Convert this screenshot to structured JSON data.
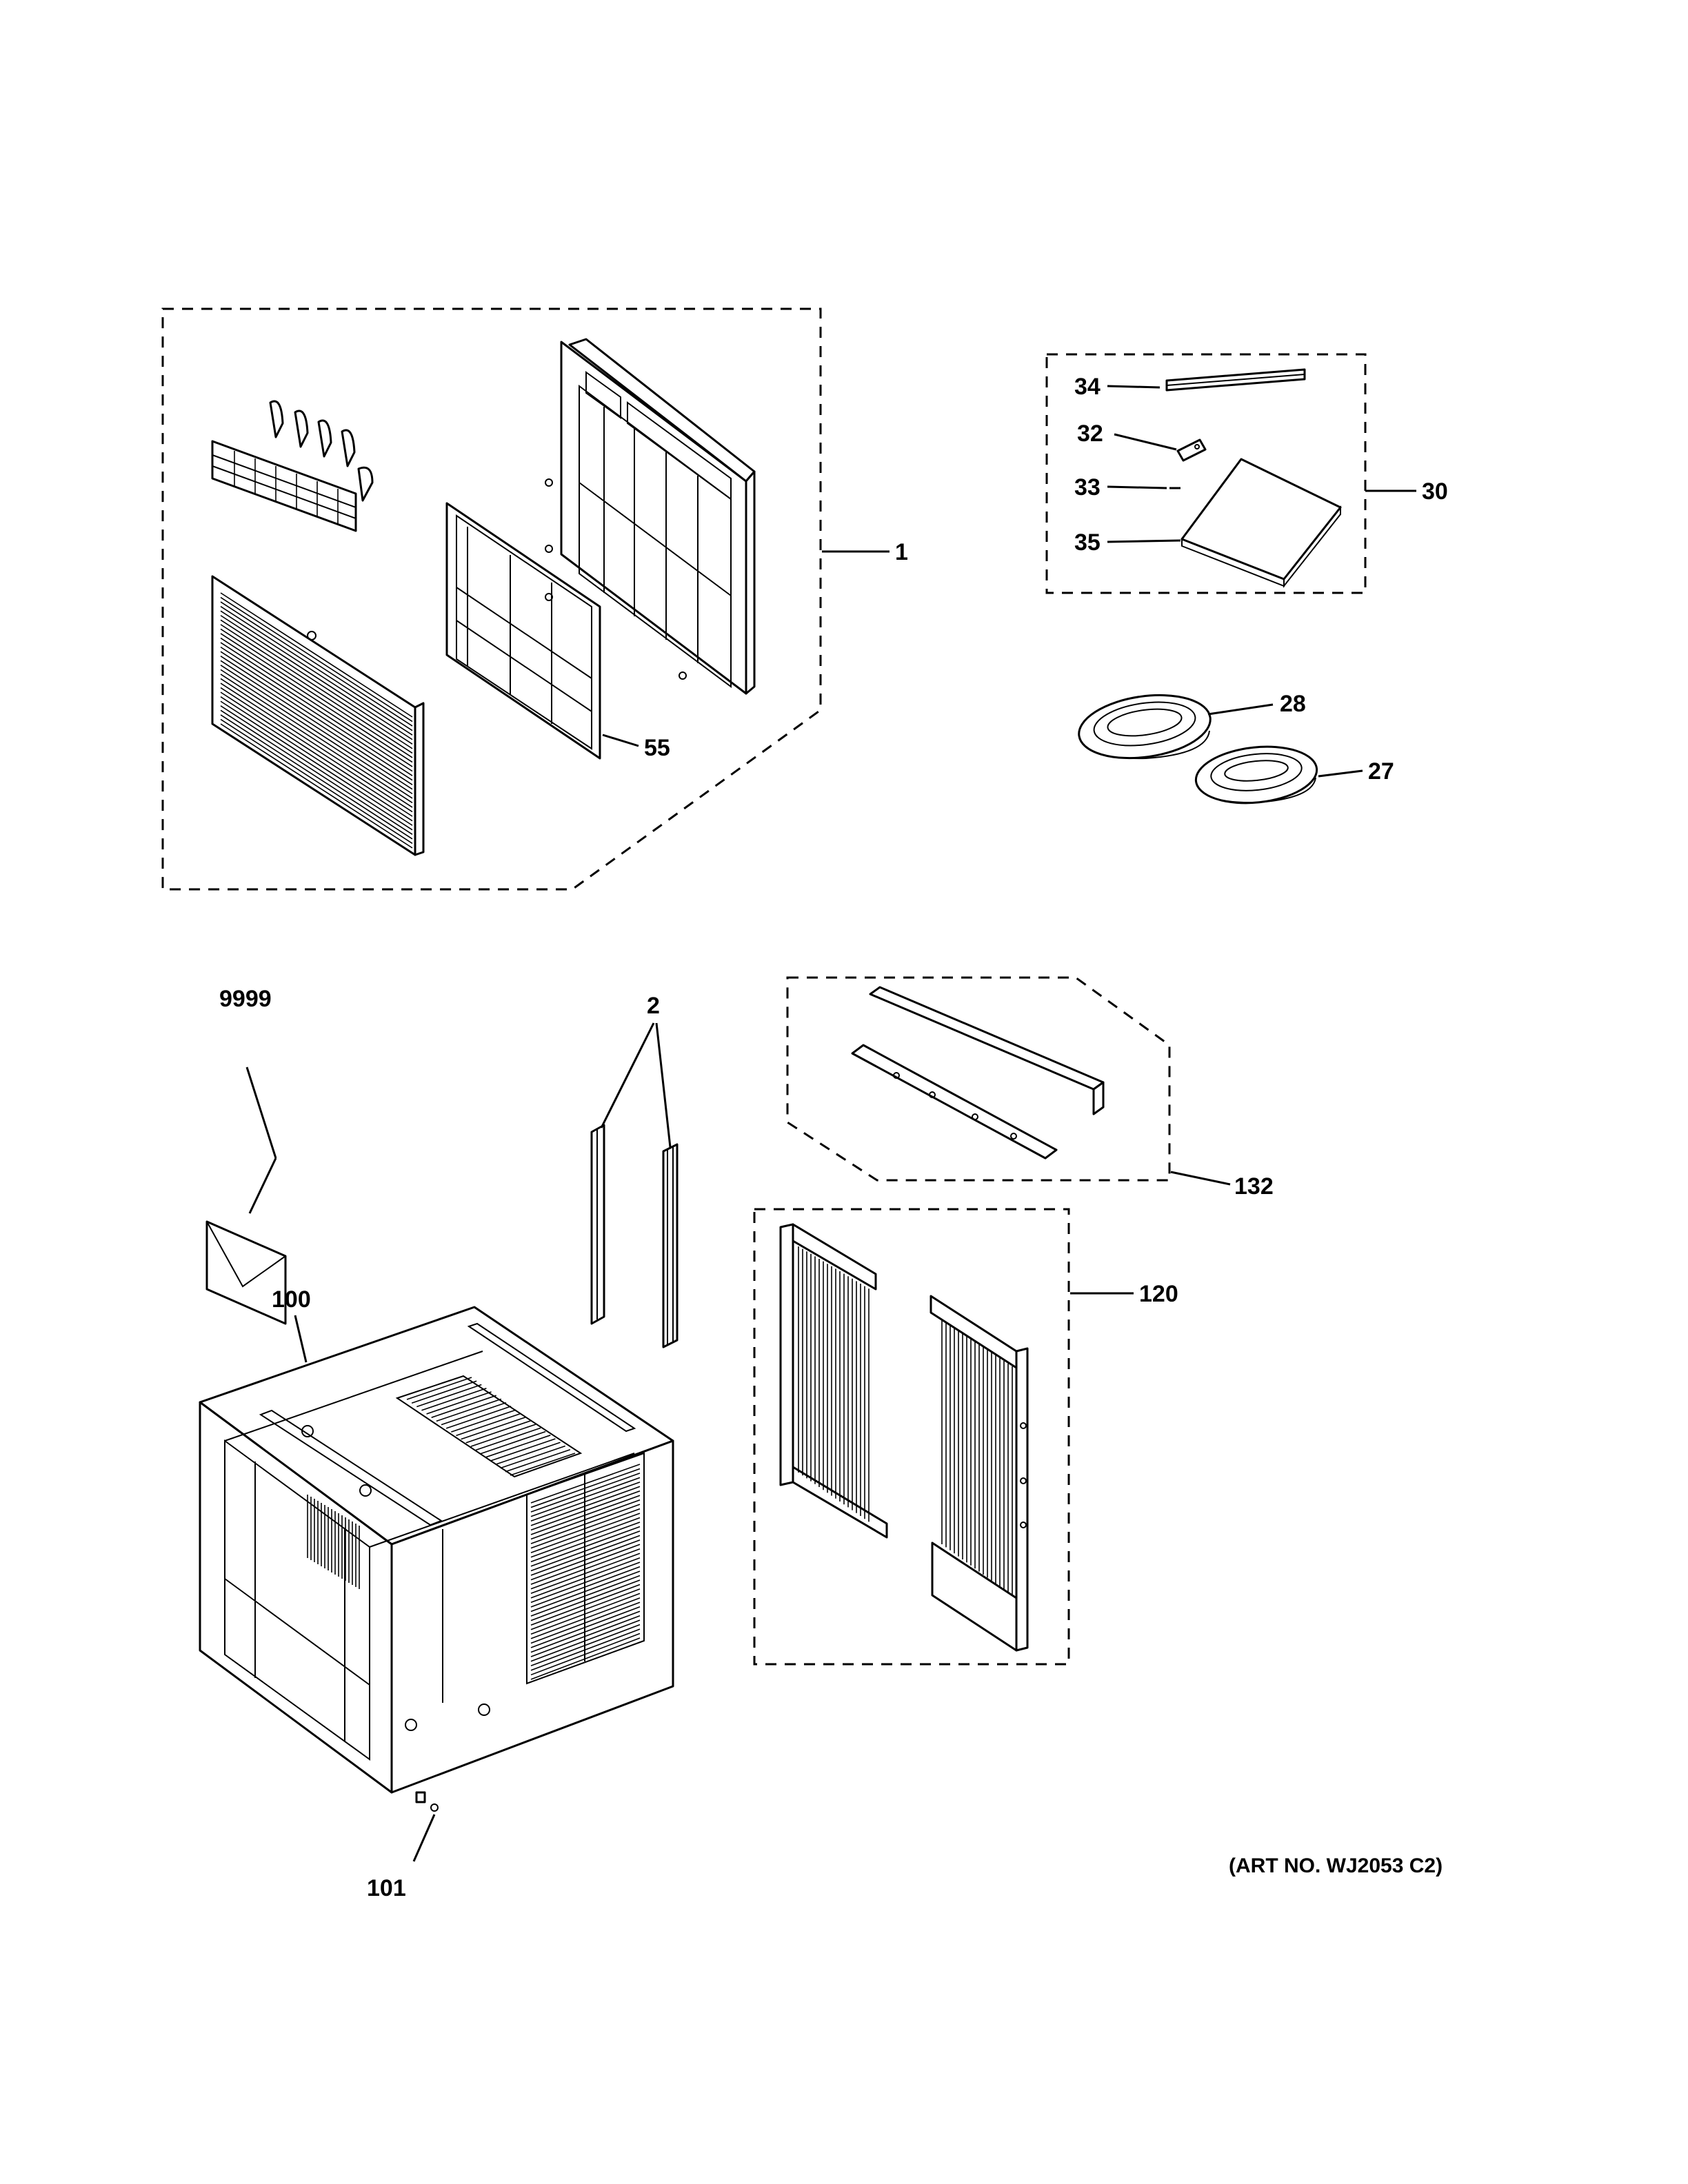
{
  "callouts": {
    "c1": "1",
    "c55": "55",
    "c34": "34",
    "c32": "32",
    "c33": "33",
    "c35": "35",
    "c30": "30",
    "c28": "28",
    "c27": "27",
    "c9999": "9999",
    "c2": "2",
    "c132": "132",
    "c100": "100",
    "c120": "120",
    "c101": "101"
  },
  "art_number": "(ART NO. WJ2053 C2)",
  "colors": {
    "line": "#000000",
    "background": "#ffffff"
  }
}
